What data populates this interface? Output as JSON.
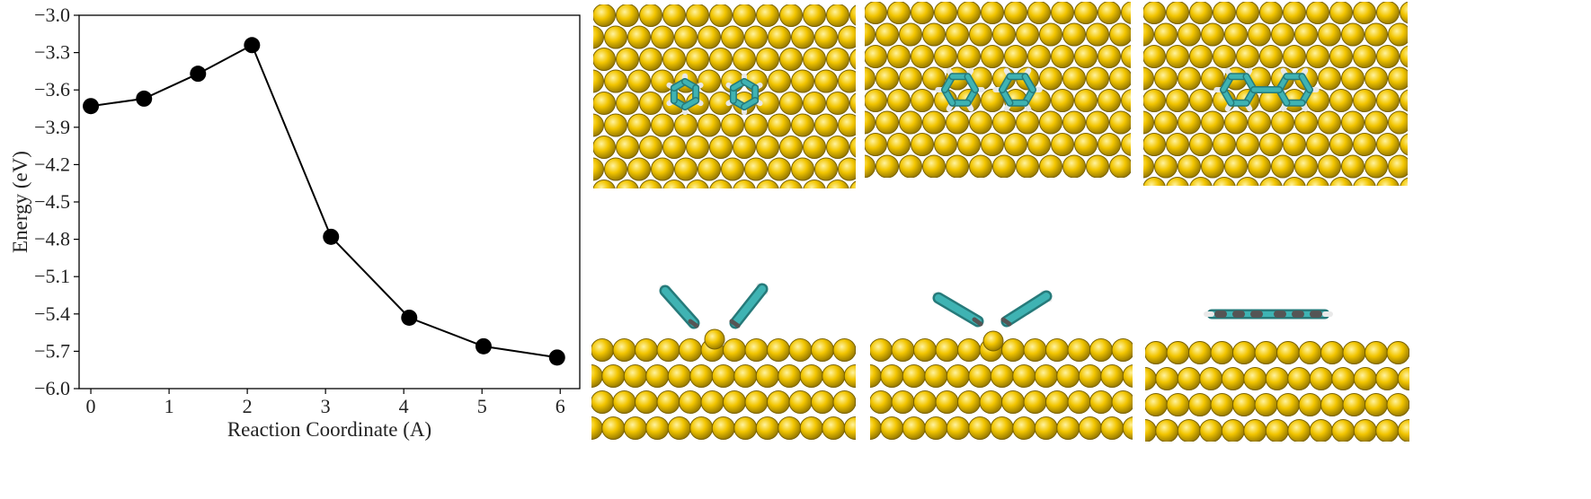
{
  "chart_data": {
    "type": "line",
    "title": "",
    "xlabel": "Reaction Coordinate (A)",
    "ylabel": "Energy (eV)",
    "xlim": [
      -0.15,
      6.25
    ],
    "ylim": [
      -6.0,
      -3.0
    ],
    "xticks": [
      0,
      1,
      2,
      3,
      4,
      5,
      6
    ],
    "yticks": [
      -3.0,
      -3.3,
      -3.6,
      -3.9,
      -4.2,
      -4.5,
      -4.8,
      -5.1,
      -5.4,
      -5.7,
      -6.0
    ],
    "xtick_labels": [
      "0",
      "1",
      "2",
      "3",
      "4",
      "5",
      "6"
    ],
    "ytick_labels": [
      "−3.0",
      "−3.3",
      "−3.6",
      "−3.9",
      "−4.2",
      "−4.5",
      "−4.8",
      "−5.1",
      "−5.4",
      "−5.7",
      "−6.0"
    ],
    "grid": false,
    "series": [
      {
        "color": "#000000",
        "marker": "circle",
        "x": [
          0.0,
          0.68,
          1.37,
          2.06,
          3.07,
          4.07,
          5.02,
          5.96
        ],
        "y": [
          -3.73,
          -3.67,
          -3.47,
          -3.24,
          -4.78,
          -5.43,
          -5.66,
          -5.75
        ]
      }
    ]
  },
  "images": {
    "colors": {
      "gold": "#f2c500",
      "gold_dark": "#7a6200",
      "carbon": "#3fb3b3",
      "hydrogen": "#e9e9e9"
    },
    "panels": [
      {
        "view": "top",
        "state": "separated benzene rings"
      },
      {
        "view": "top",
        "state": "approaching benzene rings"
      },
      {
        "view": "top",
        "state": "biphenyl"
      },
      {
        "view": "side",
        "state": "tilted rings above adatom"
      },
      {
        "view": "side",
        "state": "tilted rings closer"
      },
      {
        "view": "side",
        "state": "flat biphenyl"
      }
    ]
  }
}
